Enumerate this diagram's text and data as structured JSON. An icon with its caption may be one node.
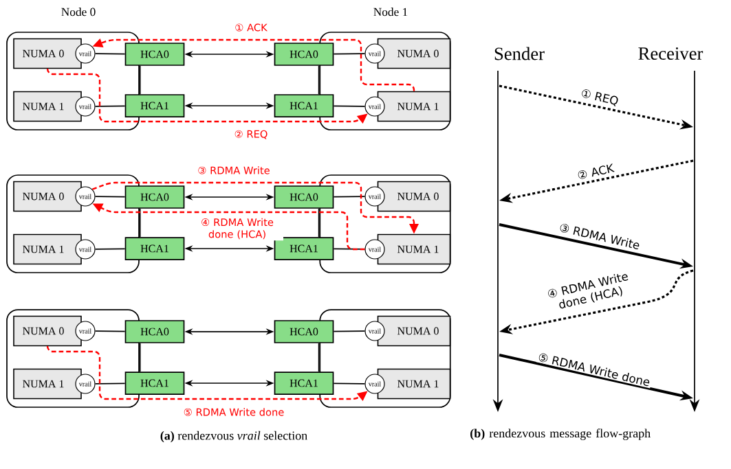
{
  "diagram": {
    "nodes": [
      {
        "text": [
          "Node 0"
        ]
      },
      {
        "text": [
          "NUMA 0"
        ],
        "in": 0
      },
      {
        "text": [
          "vrail"
        ],
        "in": 0
      },
      {
        "text": [
          "NUMA 1"
        ],
        "in": 0
      },
      {
        "text": [
          "vrail"
        ],
        "in": 0
      },
      {
        "text": [
          "HCA0"
        ]
      },
      {
        "text": [
          "HCA1"
        ]
      },
      {
        "text": [
          "Node 1"
        ]
      },
      {
        "text": [
          "HCA0"
        ]
      },
      {
        "text": [
          "HCA1"
        ]
      },
      {
        "text": [
          "vrail"
        ],
        "in": 7
      },
      {
        "text": [
          "NUMA 0"
        ],
        "in": 7
      },
      {
        "text": [
          "vrail"
        ],
        "in": 7
      },
      {
        "text": [
          "NUMA 1"
        ],
        "in": 7
      },
      {
        "text": [],
        "shape": "box"
      },
      {
        "text": [
          "NUMA 0"
        ],
        "in": 14
      },
      {
        "text": [
          "vrail"
        ],
        "in": 14
      },
      {
        "text": [
          "NUMA 1"
        ],
        "in": 14
      },
      {
        "text": [
          "vrail"
        ],
        "in": 14
      },
      {
        "text": [
          "HCA0"
        ]
      },
      {
        "text": [
          "HCA1"
        ]
      },
      {
        "text": [],
        "shape": "box"
      },
      {
        "text": [
          "HCA0"
        ]
      },
      {
        "text": [
          "HCA1"
        ]
      },
      {
        "text": [
          "vrail"
        ],
        "in": 21
      },
      {
        "text": [
          "NUMA 0"
        ],
        "in": 21
      },
      {
        "text": [
          "vrail"
        ],
        "in": 21
      },
      {
        "text": [
          "NUMA 1"
        ],
        "in": 21
      },
      {
        "text": [],
        "shape": "box"
      },
      {
        "text": [
          "NUMA 0"
        ],
        "in": 28
      },
      {
        "text": [
          "vrail"
        ],
        "in": 28
      },
      {
        "text": [
          "NUMA 1"
        ],
        "in": 28
      },
      {
        "text": [
          "vrail"
        ],
        "in": 28
      },
      {
        "text": [
          "HCA0"
        ]
      },
      {
        "text": [
          "HCA1"
        ]
      },
      {
        "text": [],
        "shape": "box"
      },
      {
        "text": [
          "HCA0"
        ]
      },
      {
        "text": [
          "HCA1"
        ]
      },
      {
        "text": [
          "vrail"
        ],
        "in": 35
      },
      {
        "text": [
          "NUMA 0"
        ],
        "in": 35
      },
      {
        "text": [
          "vrail"
        ],
        "in": 35
      },
      {
        "text": [
          "NUMA 1"
        ],
        "in": 35
      },
      {
        "text": [
          "Sender"
        ]
      },
      {
        "text": [
          "Receiver"
        ]
      }
    ],
    "edges": [
      {
        "from": 2,
        "to": 5,
        "arrow": "none"
      },
      {
        "from": 4,
        "to": 6,
        "arrow": "none"
      },
      {
        "from": 5,
        "to": 6,
        "arrow": "none"
      },
      {
        "from": 5,
        "to": 8,
        "arrow": "both"
      },
      {
        "from": 6,
        "to": 9,
        "arrow": "both"
      },
      {
        "from": 8,
        "to": 9,
        "arrow": "none"
      },
      {
        "from": 8,
        "to": 10,
        "arrow": "none"
      },
      {
        "from": 9,
        "to": 12,
        "arrow": "none"
      },
      {
        "from": 16,
        "to": 19,
        "arrow": "none"
      },
      {
        "from": 18,
        "to": 20,
        "arrow": "none"
      },
      {
        "from": 19,
        "to": 20,
        "arrow": "none"
      },
      {
        "from": 19,
        "to": 22,
        "arrow": "both"
      },
      {
        "from": 20,
        "to": 23,
        "arrow": "both"
      },
      {
        "from": 22,
        "to": 23,
        "arrow": "none"
      },
      {
        "from": 22,
        "to": 24,
        "arrow": "none"
      },
      {
        "from": 23,
        "to": 26,
        "arrow": "none"
      },
      {
        "from": 30,
        "to": 33,
        "arrow": "none"
      },
      {
        "from": 32,
        "to": 34,
        "arrow": "none"
      },
      {
        "from": 33,
        "to": 34,
        "arrow": "none"
      },
      {
        "from": 33,
        "to": 36,
        "arrow": "both"
      },
      {
        "from": 34,
        "to": 37,
        "arrow": "both"
      },
      {
        "from": 36,
        "to": 37,
        "arrow": "none"
      },
      {
        "from": 36,
        "to": 38,
        "arrow": "none"
      },
      {
        "from": 37,
        "to": 40,
        "arrow": "none"
      },
      {
        "from": 13,
        "to": 2,
        "arrow": "to",
        "label": "① ACK",
        "style": "dashed",
        "color": "#ff0000"
      },
      {
        "from": 1,
        "to": 12,
        "arrow": "to",
        "label": "② REQ",
        "style": "dashed",
        "color": "#ff0000"
      },
      {
        "from": 16,
        "to": 27,
        "arrow": "to",
        "label": "③ RDMA Write",
        "style": "dashed",
        "color": "#ff0000"
      },
      {
        "from": 26,
        "to": 16,
        "arrow": "to",
        "label": "④ RDMA Write done (HCA)",
        "style": "dashed",
        "color": "#ff0000"
      },
      {
        "from": 29,
        "to": 40,
        "arrow": "to",
        "label": "⑤ RDMA Write done",
        "style": "dashed",
        "color": "#ff0000"
      },
      {
        "from": 42,
        "to": 43,
        "arrow": "to",
        "label": "① REQ",
        "style": "dashed"
      },
      {
        "from": 43,
        "to": 42,
        "arrow": "to",
        "label": "② ACK",
        "style": "dashed"
      },
      {
        "from": 42,
        "to": 43,
        "arrow": "to",
        "label": "③ RDMA Write",
        "style": "thick"
      },
      {
        "from": 43,
        "to": 42,
        "arrow": "to",
        "label": "④ RDMA Write done (HCA)",
        "style": "dashed"
      },
      {
        "from": 42,
        "to": 43,
        "arrow": "to",
        "label": "⑤ RDMA Write done",
        "style": "thick"
      }
    ],
    "labels": [
      "**(a)** rendezvous *vrail* selection",
      "**(b)** rendezvous message flow-graph"
    ]
  }
}
